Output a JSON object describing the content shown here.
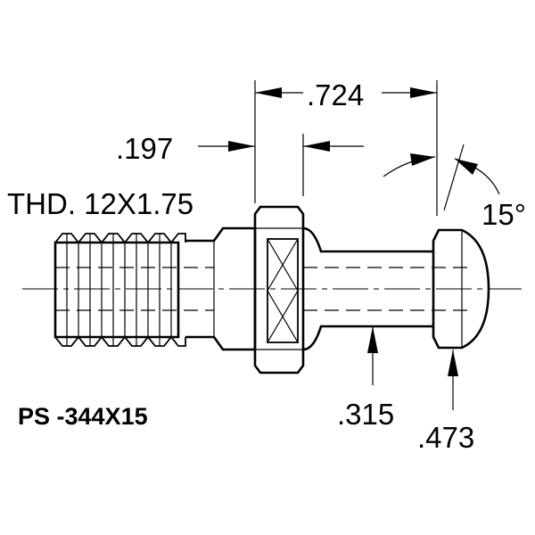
{
  "drawing": {
    "thread_label": "THD. 12X1.75",
    "part_number": "PS -344X15",
    "dimensions": {
      "overall_length": ".724",
      "flange_width": ".197",
      "shank_diameter": ".315",
      "head_diameter": ".473",
      "angle": "15°"
    },
    "colors": {
      "line": "#000000",
      "background": "#ffffff"
    }
  }
}
